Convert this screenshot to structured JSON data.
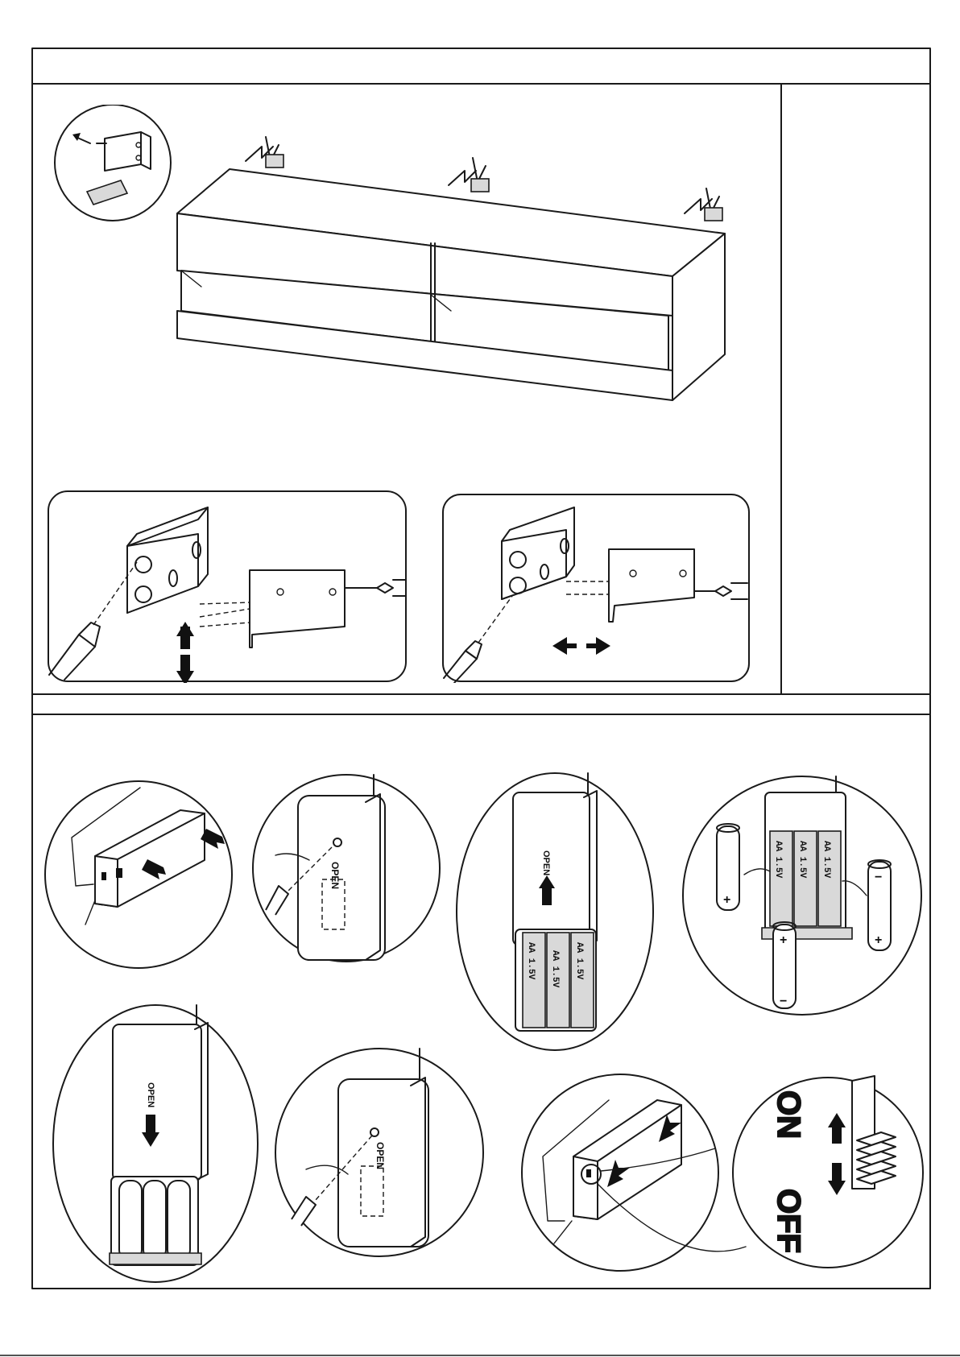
{
  "battery_box": {
    "open_label": "OPEN",
    "cell_label": "AA 1.5V",
    "plus_sign": "+",
    "minus_sign": "−"
  },
  "switch": {
    "on_label": "ON",
    "off_label": "OFF"
  }
}
